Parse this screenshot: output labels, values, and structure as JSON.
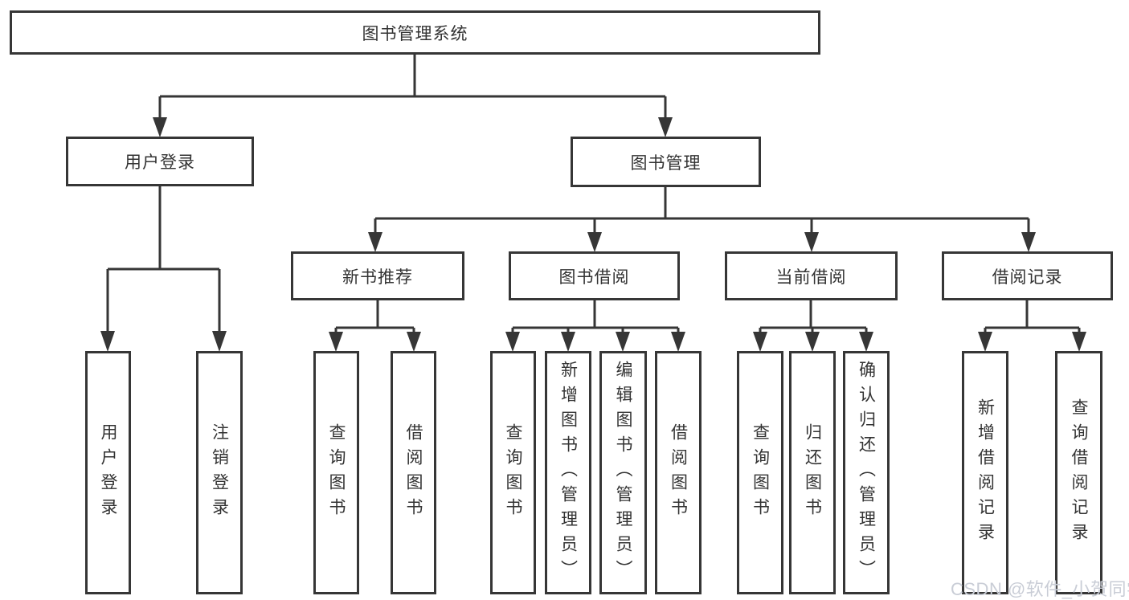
{
  "tree": {
    "root": "图书管理系统",
    "level2": [
      "用户登录",
      "图书管理"
    ],
    "level3": [
      "新书推荐",
      "图书借阅",
      "当前借阅",
      "借阅记录"
    ],
    "leaves": [
      "用户登录",
      "注销登录",
      "查询图书",
      "借阅图书",
      "查询图书",
      "新增图书（管理员）",
      "编辑图书（管理员）",
      "借阅图书",
      "查询图书",
      "归还图书",
      "确认归还（管理员）",
      "新增借阅记录",
      "查询借阅记录"
    ]
  },
  "watermark": "CSDN @软件_小贺同学",
  "colors": {
    "line": "#363636",
    "box_border": "#363636",
    "box_bg": "#ffffff",
    "text": "#333333",
    "watermark": "#c9cdd6"
  }
}
